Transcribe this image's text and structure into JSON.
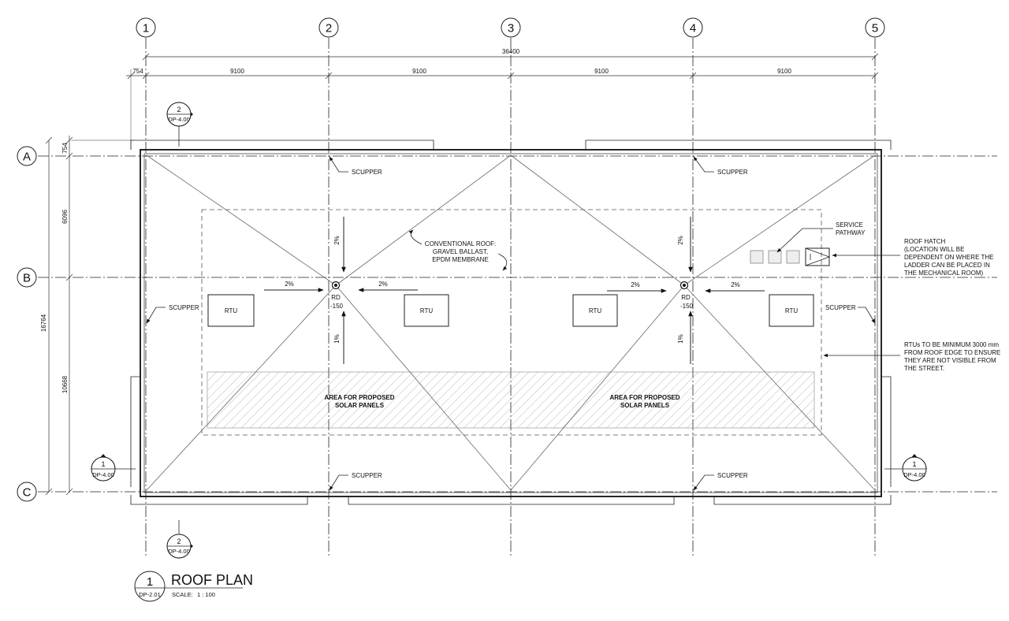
{
  "title": {
    "bubble_number": "1",
    "sheet_ref": "DP-2.01",
    "name": "ROOF PLAN",
    "scale_label": "SCALE:",
    "scale_value": "1 : 100"
  },
  "grid": {
    "columns": [
      "1",
      "2",
      "3",
      "4",
      "5"
    ],
    "rows": [
      "A",
      "B",
      "C"
    ]
  },
  "dimensions": {
    "overall_width": "36400",
    "left_overhang": "754",
    "bays": [
      "9100",
      "9100",
      "9100",
      "9100"
    ],
    "top_overhang": "754",
    "a_to_b": "6096",
    "b_to_c": "10668",
    "overall_depth": "16764"
  },
  "section_markers": [
    {
      "number": "2",
      "sheet": "DP-4.00"
    },
    {
      "number": "2",
      "sheet": "DP-4.00"
    },
    {
      "number": "1",
      "sheet": "DP-4.00"
    },
    {
      "number": "1",
      "sheet": "DP-4.00"
    }
  ],
  "labels": {
    "scupper": "SCUPPER",
    "rtu": "RTU",
    "roof_drain": "RD",
    "roof_drain_level": "-150",
    "slope_2": "2%",
    "slope_1": "1%",
    "conventional_roof": [
      "CONVENTIONAL ROOF:",
      "GRAVEL BALLAST,",
      "EPDM MEMBRANE"
    ],
    "service_pathway": [
      "SERVICE",
      "PATHWAY"
    ],
    "roof_hatch": [
      "ROOF HATCH",
      "(LOCATION WILL BE",
      "DEPENDENT ON WHERE THE",
      "LADDER CAN BE PLACED IN",
      "THE MECHANICAL ROOM)"
    ],
    "rtu_note": [
      "RTUs TO BE MINIMUM 3000 mm",
      "FROM ROOF EDGE TO ENSURE",
      "THEY ARE NOT VISIBLE FROM",
      "THE STREET."
    ],
    "solar_area": [
      "AREA FOR PROPOSED",
      "SOLAR PANELS"
    ]
  }
}
